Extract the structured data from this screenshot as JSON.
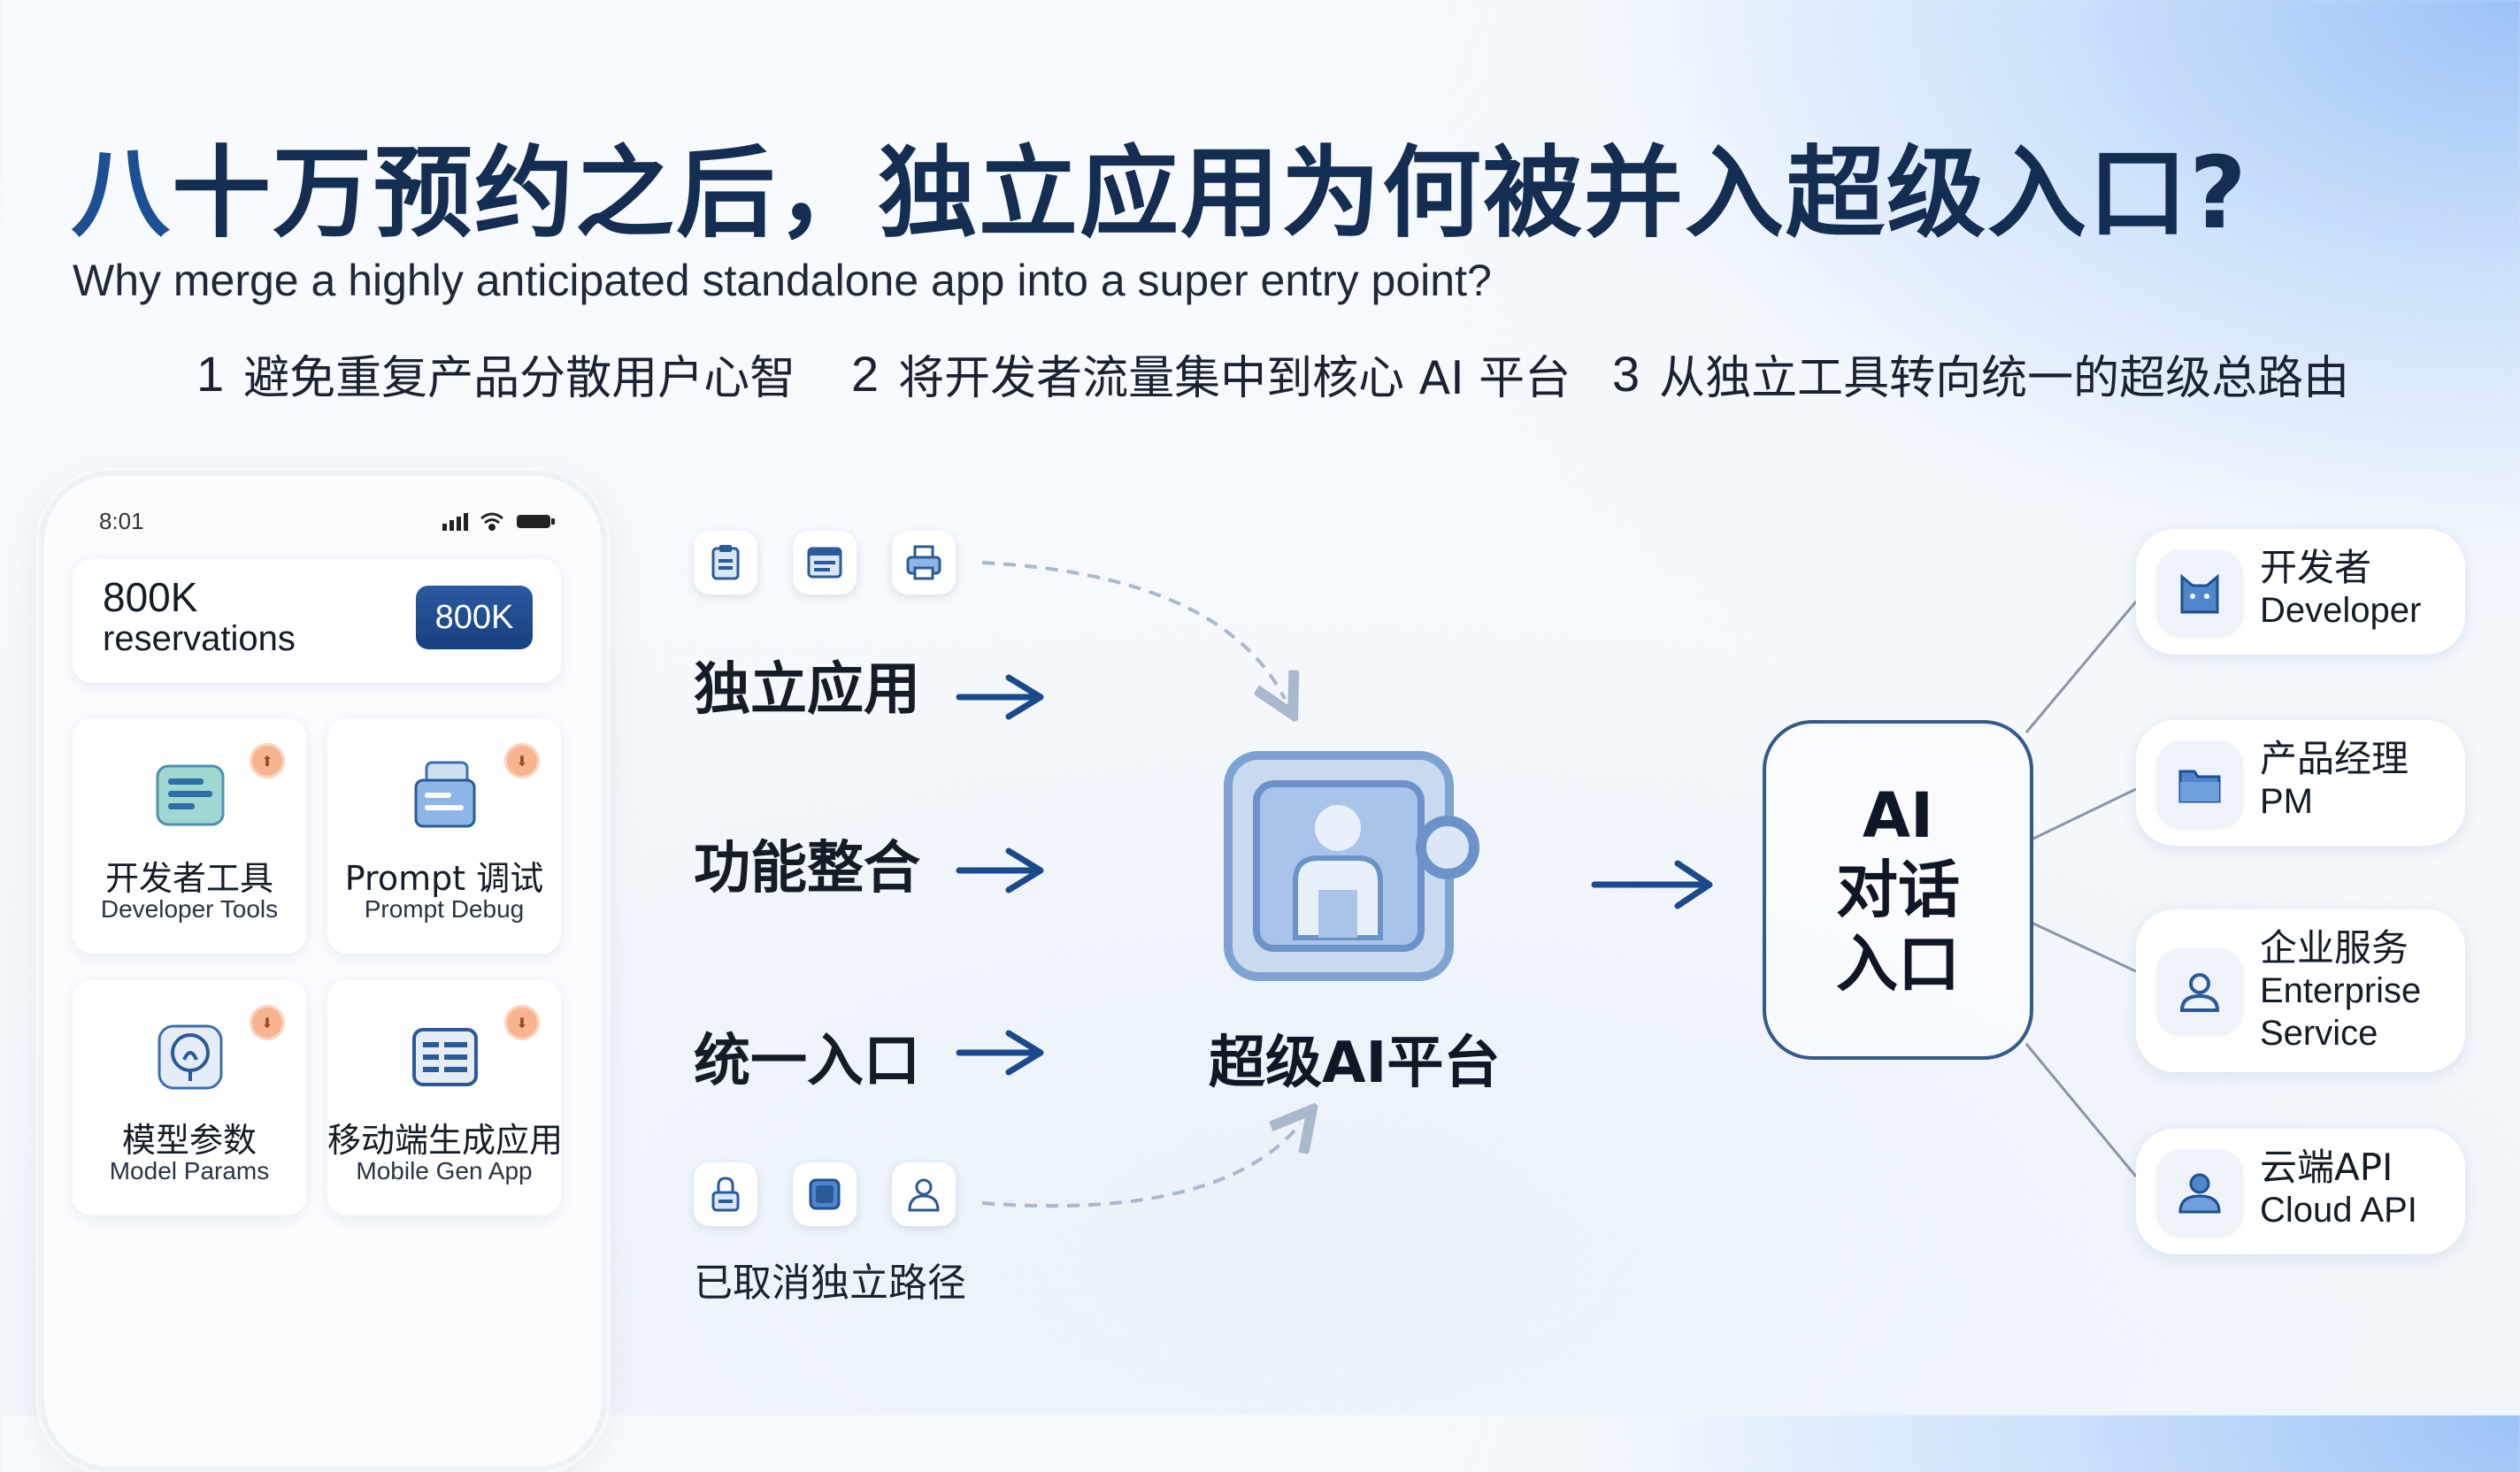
{
  "header": {
    "title_first": "八",
    "title_rest": "十万预约之后，独立应用为何被并入超级入口?",
    "subtitle": "Why merge a highly anticipated standalone app into a super entry point?"
  },
  "points": [
    {
      "num": "1",
      "text": "避免重复产品分散用户心智"
    },
    {
      "num": "2",
      "text": "将开发者流量集中到核心 AI 平台"
    },
    {
      "num": "3",
      "text": "从独立工具转向统一的超级总路由"
    }
  ],
  "phone": {
    "time": "8:01",
    "reservation": {
      "number": "800K",
      "label": "reservations",
      "badge": "800K"
    },
    "tiles": [
      {
        "zh": "开发者工具",
        "en": "Developer Tools",
        "icon": "document-icon"
      },
      {
        "zh": "Prompt 调试",
        "en": "Prompt Debug",
        "icon": "files-icon"
      },
      {
        "zh": "模型参数",
        "en": "Model Params",
        "icon": "brain-icon"
      },
      {
        "zh": "移动端生成应用",
        "en": "Mobile Gen App",
        "icon": "list-icon"
      }
    ]
  },
  "flow": {
    "labels": [
      "独立应用",
      "功能整合",
      "统一入口"
    ],
    "cancelled_label": "已取消独立路径",
    "platform_label": "超级AI平台",
    "top_icons": [
      "clipboard-icon",
      "window-icon",
      "printer-icon"
    ],
    "bottom_icons": [
      "lock-icon",
      "chip-icon",
      "user-icon"
    ]
  },
  "ai_entry": {
    "line1": "AI",
    "line2": "对话",
    "line3": "入口"
  },
  "destinations": [
    {
      "zh": "开发者",
      "en": "Developer",
      "icon": "cat-icon"
    },
    {
      "zh": "产品经理",
      "en": "PM",
      "icon": "folder-icon"
    },
    {
      "zh": "企业服务",
      "en1": "Enterprise",
      "en2": "Service",
      "icon": "person-icon"
    },
    {
      "zh": "云端API",
      "en": "Cloud API",
      "icon": "cloud-user-icon"
    }
  ],
  "colors": {
    "title": "#142d52",
    "accent": "#1d4f95",
    "arrow": "#1b4a8c"
  }
}
